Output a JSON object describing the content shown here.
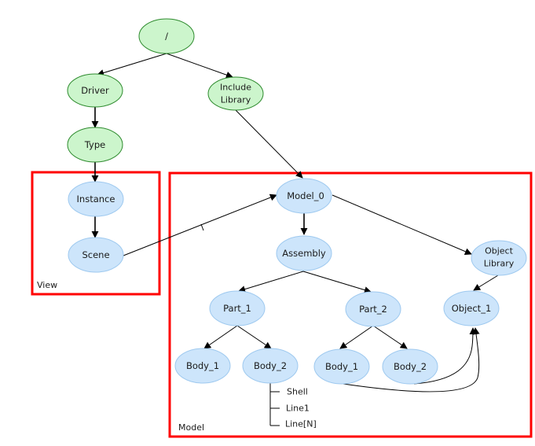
{
  "colors": {
    "green_fill": "#ccf5cc",
    "green_stroke": "#2e8b2e",
    "blue_fill": "#cde5fb",
    "blue_stroke": "#9ec9ef",
    "region_stroke": "#ff0000"
  },
  "regions": {
    "view": {
      "label": "View"
    },
    "model": {
      "label": "Model"
    }
  },
  "nodes": {
    "root": {
      "label": "/"
    },
    "driver": {
      "label": "Driver"
    },
    "type": {
      "label": "Type"
    },
    "include_library": {
      "label_line1": "Include",
      "label_line2": "Library"
    },
    "instance": {
      "label": "Instance"
    },
    "scene": {
      "label": "Scene"
    },
    "model_0": {
      "label": "Model_0"
    },
    "assembly": {
      "label": "Assembly"
    },
    "object_library": {
      "label_line1": "Object",
      "label_line2": "Library"
    },
    "part_1": {
      "label": "Part_1"
    },
    "part_2": {
      "label": "Part_2"
    },
    "object_1": {
      "label": "Object_1"
    },
    "p1_body_1": {
      "label": "Body_1"
    },
    "p1_body_2": {
      "label": "Body_2"
    },
    "p2_body_1": {
      "label": "Body_1"
    },
    "p2_body_2": {
      "label": "Body_2"
    }
  },
  "edge_labels": {
    "scene_to_model": "I"
  },
  "body_2_children": [
    "Shell",
    "Line1",
    "Line[N]"
  ]
}
